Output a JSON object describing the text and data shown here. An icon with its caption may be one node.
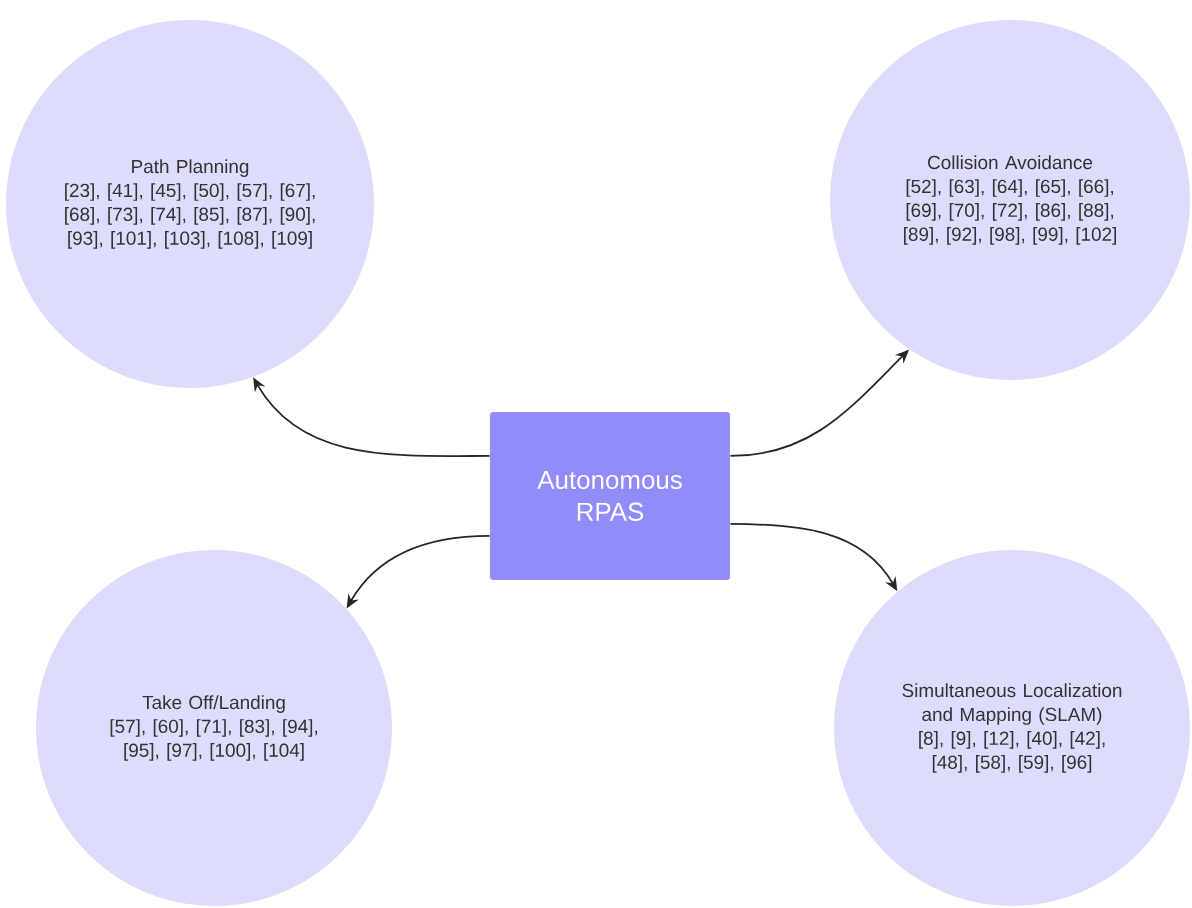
{
  "diagram": {
    "nodes": [
      {
        "text": [
          "Autonomous RPAS"
        ]
      },
      {
        "text": [
          "Path Planning",
          "[23], [41], [45], [50], [57], [67], [68], [73], [74], [85], [87], [90], [93], [101], [103], [108], [109]"
        ]
      },
      {
        "text": [
          "Collision Avoidance",
          "[52], [63], [64], [65], [66], [69], [70], [72], [86], [88], [89], [92], [98], [99], [102]"
        ]
      },
      {
        "text": [
          "Take Off/Landing",
          "[57], [60], [71], [83], [94], [95], [97], [100], [104]"
        ]
      },
      {
        "text": [
          "Simultaneous Localization and Mapping (SLAM)",
          "[8], [9], [12], [40], [42], [48], [58], [59], [96]"
        ]
      }
    ],
    "edges": [
      {
        "from": 0,
        "to": 1,
        "arrow": "to"
      },
      {
        "from": 0,
        "to": 2,
        "arrow": "to"
      },
      {
        "from": 0,
        "to": 3,
        "arrow": "to"
      },
      {
        "from": 0,
        "to": 4,
        "arrow": "to"
      }
    ]
  }
}
